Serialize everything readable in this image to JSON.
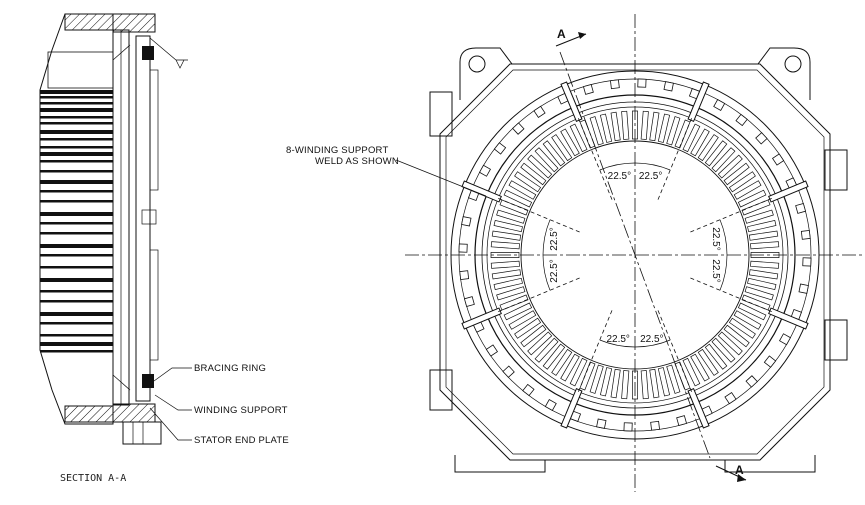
{
  "section_view": {
    "labels": {
      "bracing_ring": "BRACING RING",
      "winding_support": "WINDING SUPPORT",
      "stator_end_plate": "STATOR END PLATE"
    },
    "caption": "SECTION A-A"
  },
  "plan_view": {
    "note_line1": "8-WINDING SUPPORT",
    "note_line2": "WELD AS SHOWN",
    "section_marker": "A",
    "angle_label": "22.5°",
    "angle_positions": [
      "top-left",
      "top-right",
      "bottom-left",
      "bottom-right",
      "left-upper",
      "left-lower",
      "right-upper",
      "right-lower"
    ]
  }
}
